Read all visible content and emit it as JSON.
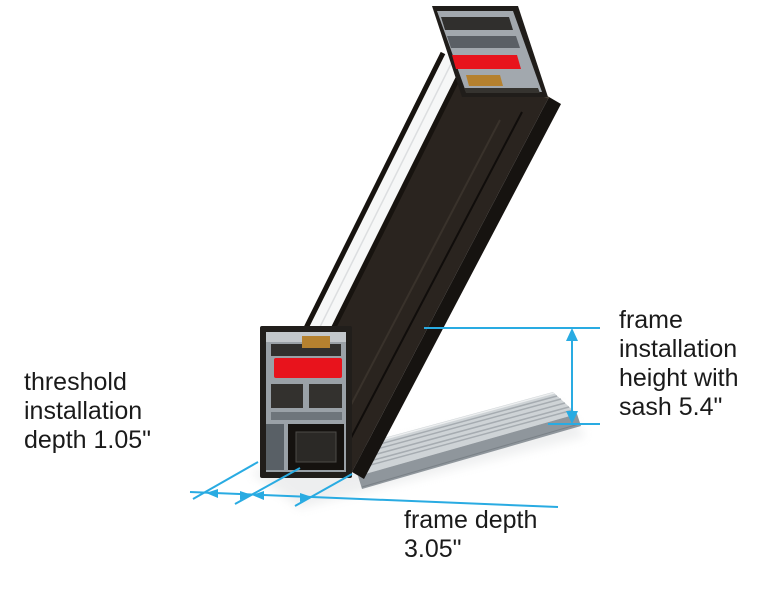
{
  "meta": {
    "title": "Door threshold cutaway with installation dimensions"
  },
  "colors": {
    "dimension_line": "#29abe2",
    "profile_dark": "#2a241f",
    "gasket_red": "#e8131c",
    "hardware_gold": "#b5812f",
    "cut_face_gray": "#9aa1a7",
    "sill_aluminum": "#ced3d6",
    "text": "#1a1a1a",
    "background": "#ffffff"
  },
  "labels": {
    "threshold_installation_depth": {
      "lines": [
        "threshold",
        "installation",
        "depth 1.05\""
      ]
    },
    "frame_installation_height": {
      "lines": [
        "frame",
        "installation",
        "height with",
        "sash 5.4\""
      ]
    },
    "frame_depth": {
      "lines": [
        "frame depth",
        "3.05\""
      ]
    }
  },
  "measurements": [
    {
      "name": "threshold installation depth",
      "value": "1.05\""
    },
    {
      "name": "frame installation height with sash",
      "value": "5.4\""
    },
    {
      "name": "frame depth",
      "value": "3.05\""
    }
  ],
  "illustration": {
    "parts": [
      "double glazing",
      "door sash profile",
      "threshold cross-section",
      "rubber gasket",
      "aluminum sill ramp"
    ]
  }
}
